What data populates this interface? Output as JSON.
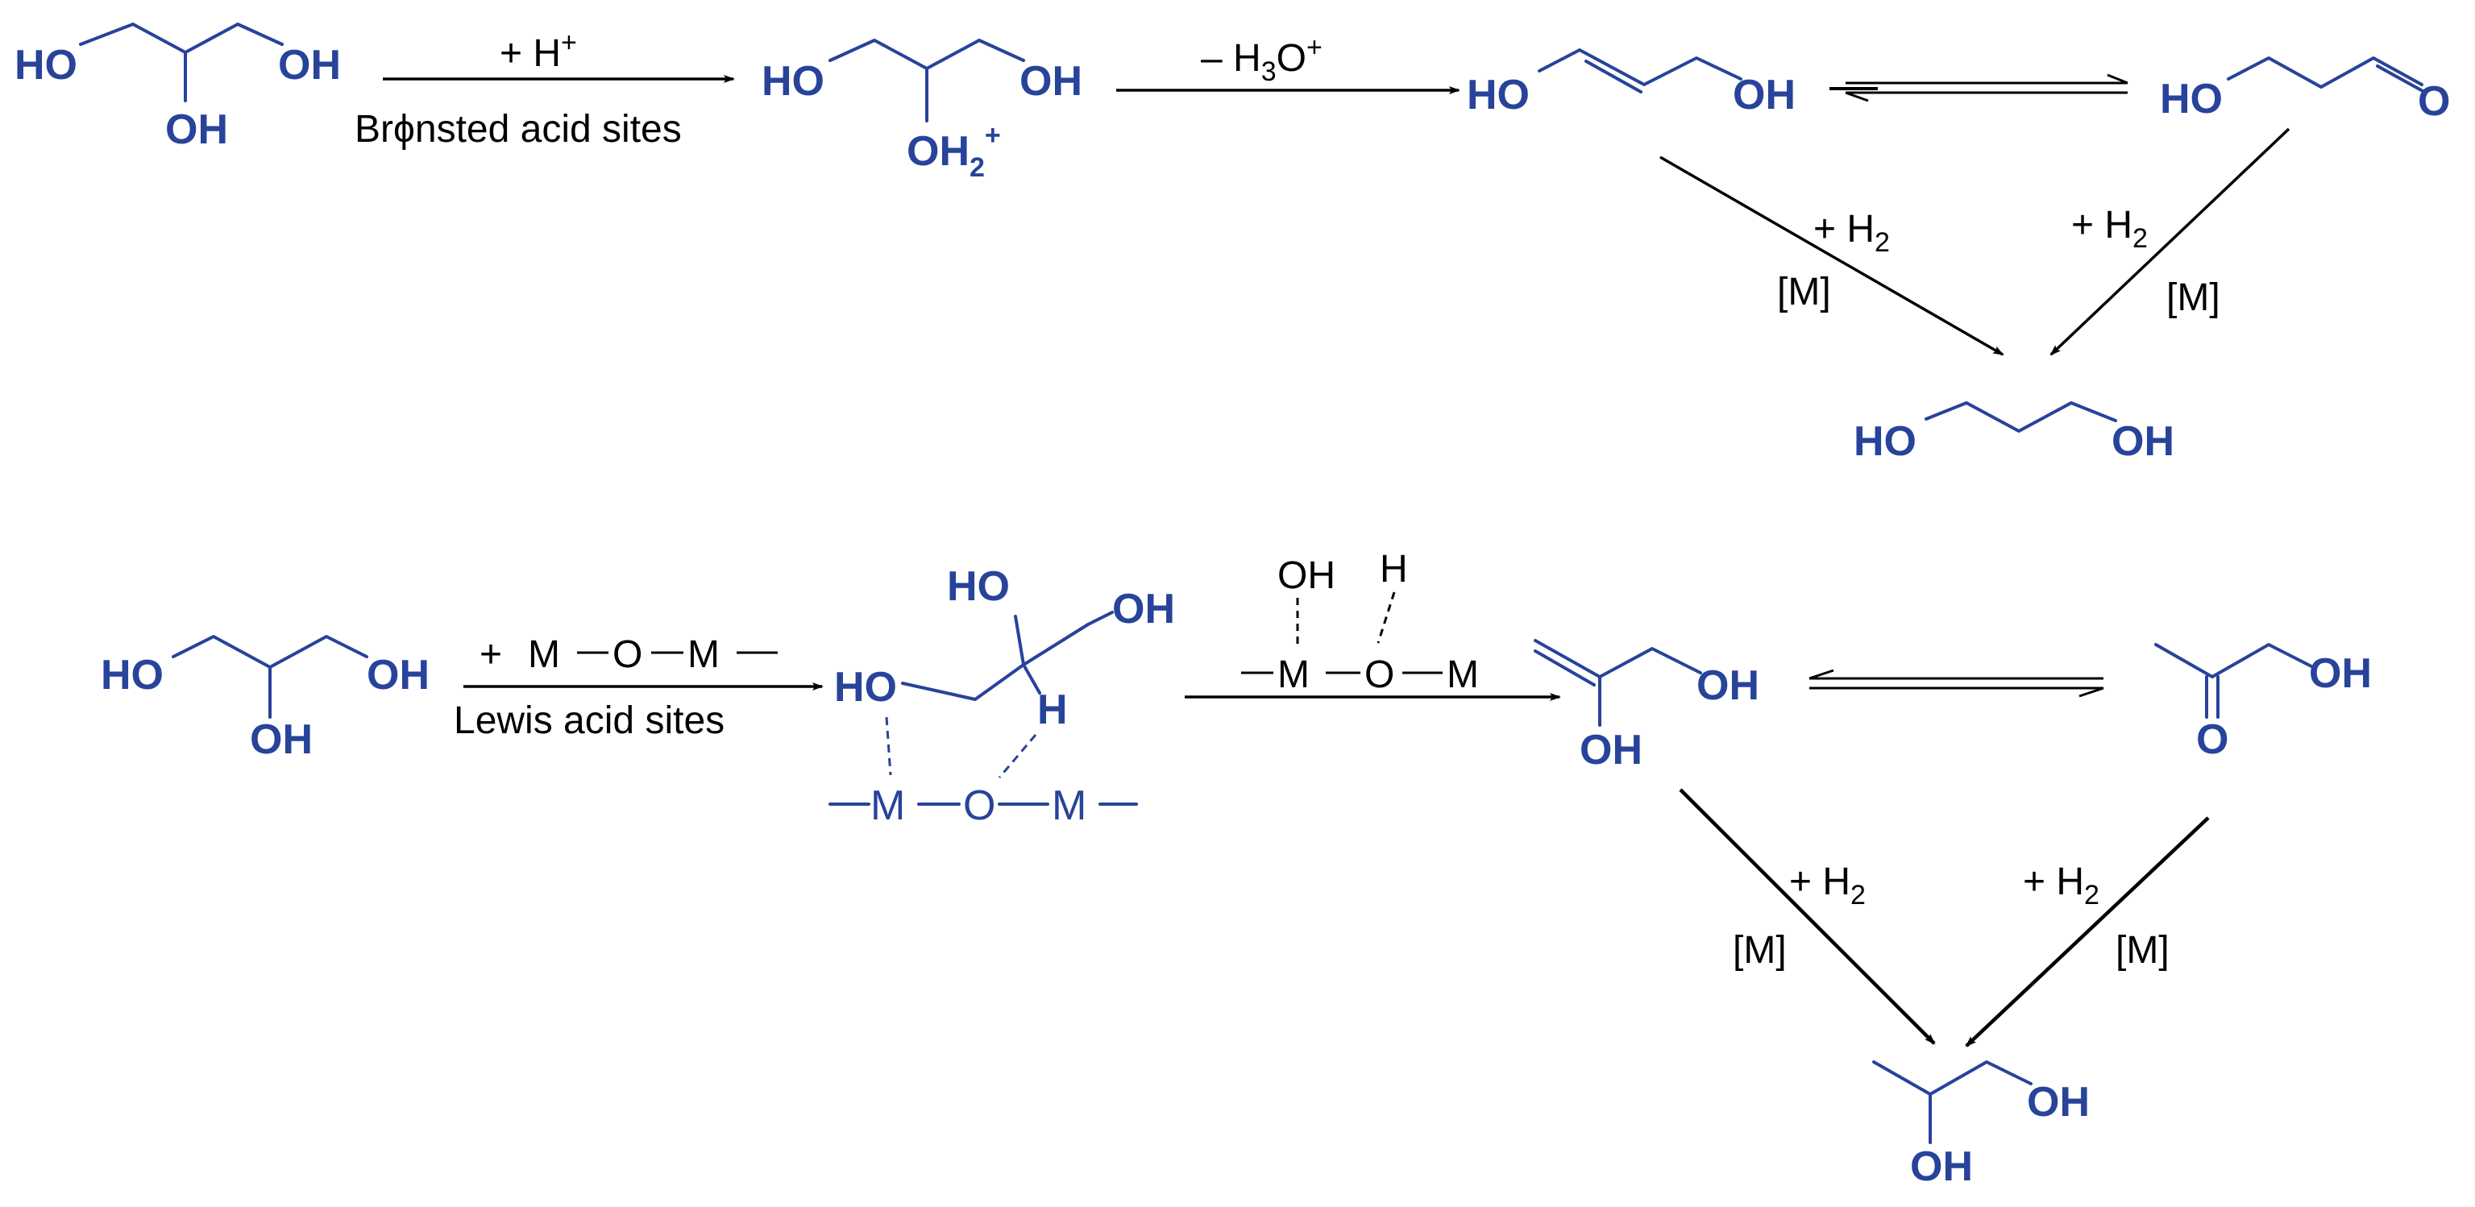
{
  "atoms": {
    "HO": "HO",
    "OH": "OH",
    "OH2": "OH",
    "two": "2",
    "plus": "+",
    "O": "O",
    "H": "H",
    "M": "M"
  },
  "conditions": {
    "plus_h_prefix": "+ H",
    "plus_h_sup": "+",
    "bronsted": "Brϕnsted acid sites",
    "minus_h3o_a": "– H",
    "minus_h3o_sub": "3",
    "minus_h3o_b": "O",
    "minus_h3o_sup": "+",
    "plus_h2_prefix": "+ H",
    "h2_sub": "2",
    "metal": "[M]",
    "plus_sign": "+",
    "lewis": "Lewis acid sites"
  }
}
